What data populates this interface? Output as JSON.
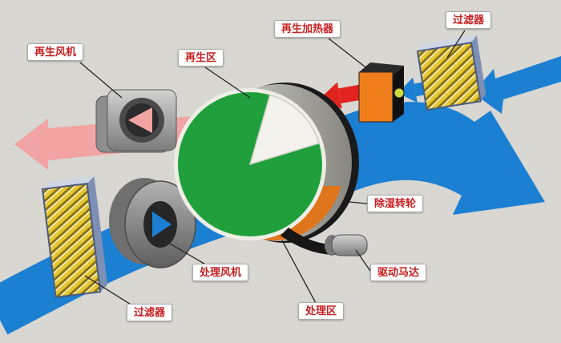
{
  "labels": {
    "regen_fan": "再生风机",
    "regen_zone": "再生区",
    "regen_heater": "再生加热器",
    "filter_top": "过滤器",
    "dehumid_wheel": "除湿转轮",
    "drive_motor": "驱动马达",
    "process_fan": "处理风机",
    "process_zone": "处理区",
    "filter_bottom": "过滤器"
  },
  "colors": {
    "background": "#d8d7d2",
    "process_air": "#1b7fd2",
    "regen_exhaust_air": "#f2a3a3",
    "hot_air": "#e22420",
    "wheel_face": "#1fa03c",
    "wheel_desiccant": "#e0761c",
    "heater_front": "#ef7e1a",
    "filter_media": "#e6c733",
    "label_text": "#c61e1e"
  }
}
